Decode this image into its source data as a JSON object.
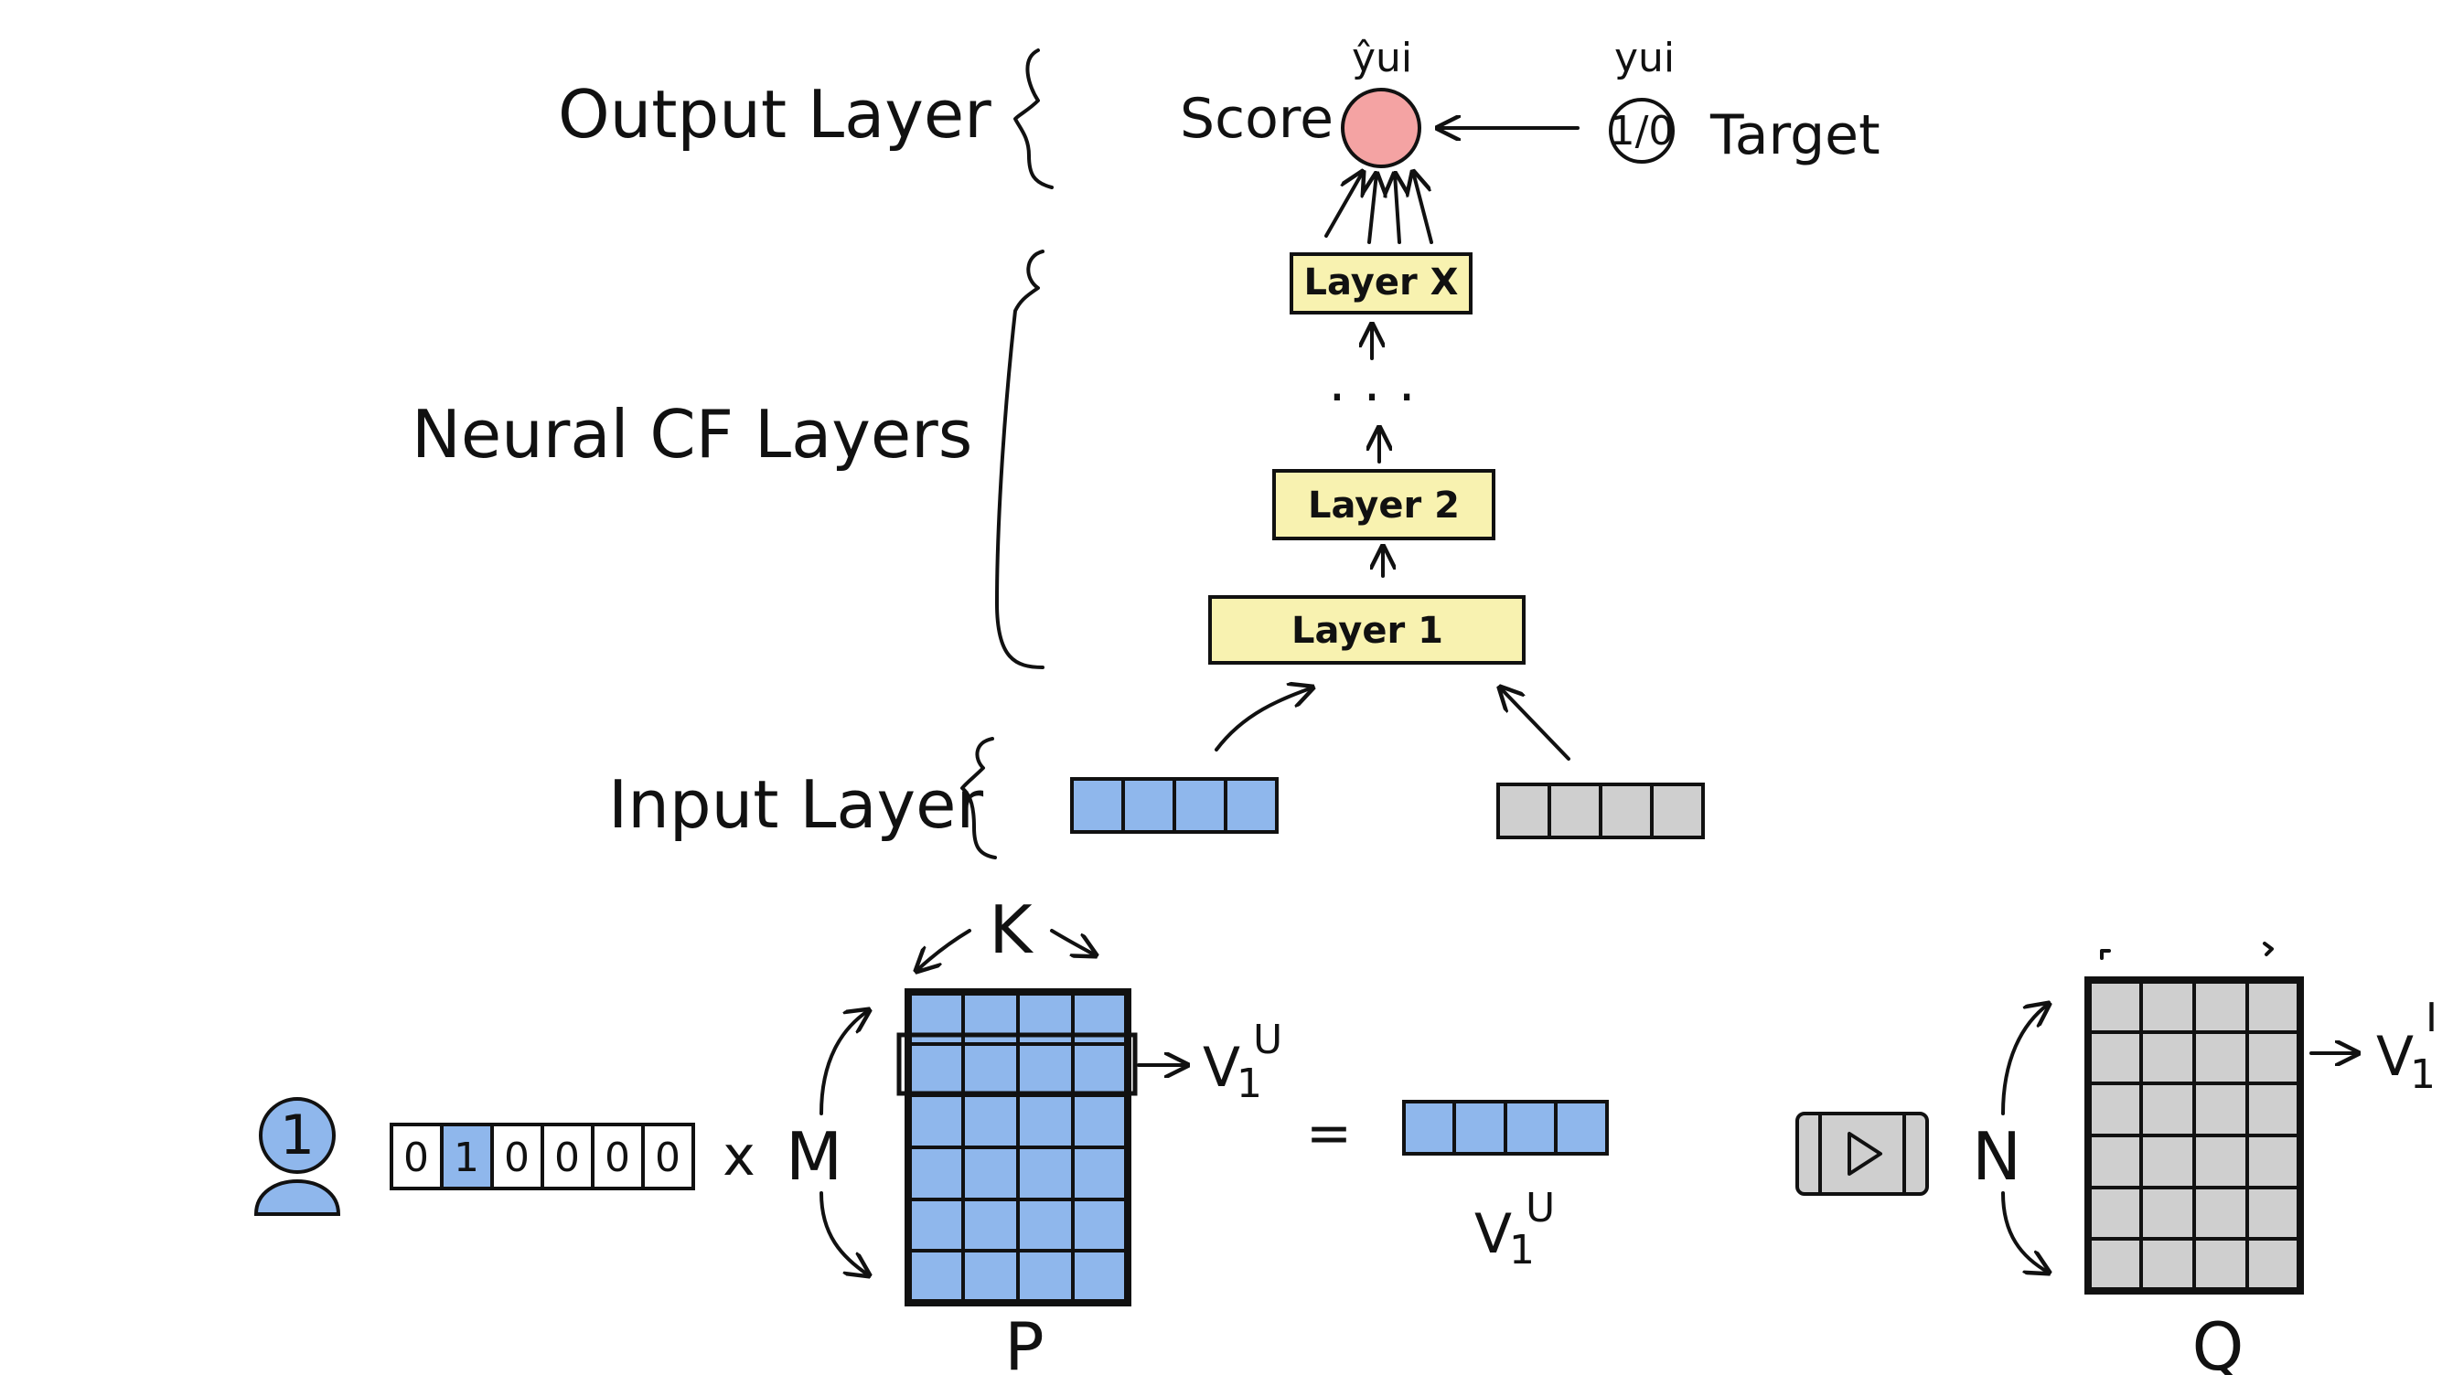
{
  "labels": {
    "output_layer": "Output Layer",
    "neural_cf_layers": "Neural CF Layers",
    "input_layer": "Input Layer",
    "score": "Score",
    "target": "Target",
    "target_value": "1/0",
    "y_hat": "ŷui",
    "y_true": "yui"
  },
  "layers": {
    "layer_x": "Layer X",
    "layer_2": "Layer 2",
    "layer_1": "Layer 1",
    "ellipsis": ". . ."
  },
  "embedding": {
    "user_id": "1",
    "one_hot": [
      "0",
      "1",
      "0",
      "0",
      "0",
      "0"
    ],
    "times": "x",
    "dim_M": "M",
    "dim_K": "K",
    "dim_N": "N",
    "matrix_P": "P",
    "matrix_Q": "Q",
    "equals": "=",
    "vu_base": "V",
    "vu_sub": "1",
    "vu_sup": "U",
    "vi_base": "V",
    "vi_sub": "1",
    "vi_sup": "I"
  },
  "colors": {
    "user_blue": "#8fb7ec",
    "item_gray": "#cfcfcf",
    "layer_yellow": "#f8f2b0",
    "score_pink": "#f4a3a3",
    "ink": "#111111"
  },
  "icons": {
    "user": "user-avatar-icon",
    "item": "film-play-icon"
  }
}
